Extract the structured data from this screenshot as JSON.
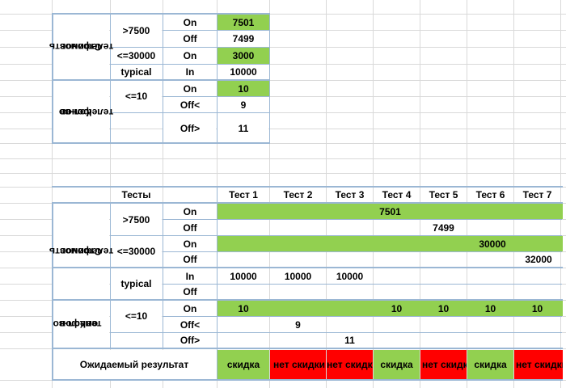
{
  "top_table": {
    "group_cost": [
      "Стоимость",
      "телефонов"
    ],
    "group_count": [
      "Кол-во",
      "телефонов"
    ],
    "rows": [
      {
        "range": ">7500",
        "type": "On",
        "value": "7501"
      },
      {
        "range": "",
        "type": "Off",
        "value": "7499"
      },
      {
        "range": "<=30000",
        "type": "On",
        "value": "3000"
      },
      {
        "range": "typical",
        "type": "In",
        "value": "10000"
      },
      {
        "range": "<=10",
        "type": "On",
        "value": "10"
      },
      {
        "range": "",
        "type": "Off<",
        "value": "9"
      },
      {
        "range": "",
        "type": "Off>",
        "value": "11"
      }
    ]
  },
  "bottom_table": {
    "tests_label": "Тесты",
    "test_headers": [
      "Тест 1",
      "Тест 2",
      "Тест 3",
      "Тест 4",
      "Тест 5",
      "Тест 6",
      "Тест 7"
    ],
    "group_cost": [
      "Стоимость",
      "телефонов"
    ],
    "group_count": [
      "Кол-во",
      "телефон",
      "ов"
    ],
    "ranges": [
      ">7500",
      "<=30000",
      "typical",
      "<=10"
    ],
    "types": [
      "On",
      "Off",
      "On",
      "Off",
      "In",
      "Off",
      "On",
      "Off<",
      "Off>"
    ],
    "values": {
      "on_7500": "7501",
      "off_7499": "7499",
      "on_30000": "30000",
      "off_32000": "32000",
      "in_row": [
        "10000",
        "10000",
        "10000"
      ],
      "on_10": [
        "10",
        "10",
        "10",
        "10",
        "10"
      ],
      "off_lt": "9",
      "off_gt": "11"
    },
    "result_label": "Ожидаемый результат",
    "results": [
      "скидка",
      "нет скидки",
      "нет скидки",
      "скидка",
      "нет скидки",
      "скидка",
      "нет скидки"
    ]
  },
  "colors": {
    "green": "#92d050",
    "red": "#ff0000",
    "border": "#9bb7d4",
    "grid": "#d9d9d9"
  }
}
